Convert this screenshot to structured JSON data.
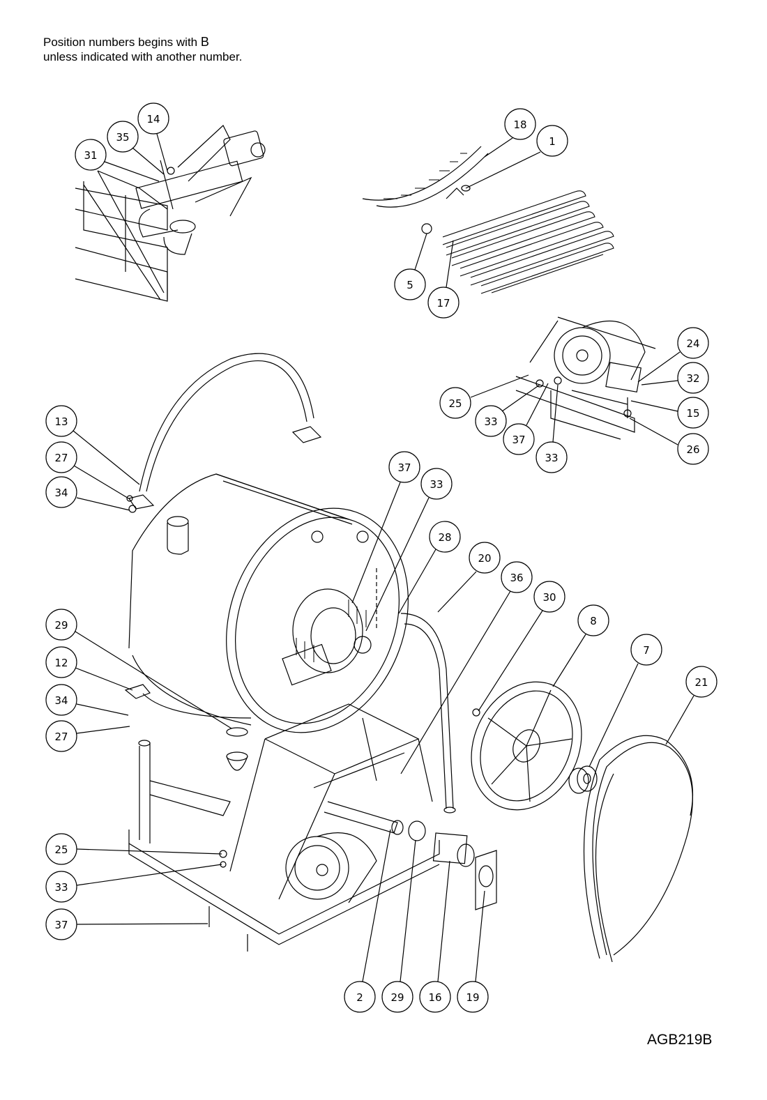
{
  "note": {
    "line1_prefix": "Position numbers begins with",
    "line1_letter": "B",
    "line2": "unless indicated with another number."
  },
  "drawing_id": "AGB219B",
  "callouts": [
    "14",
    "35",
    "31",
    "18",
    "1",
    "5",
    "17",
    "24",
    "25",
    "32",
    "33",
    "15",
    "37",
    "33",
    "26",
    "13",
    "27",
    "34",
    "37",
    "33",
    "28",
    "20",
    "36",
    "30",
    "8",
    "7",
    "21",
    "29",
    "12",
    "34",
    "27",
    "25",
    "33",
    "37",
    "2",
    "29",
    "16",
    "19"
  ],
  "colors": {
    "line": "#000000",
    "background": "#ffffff"
  }
}
